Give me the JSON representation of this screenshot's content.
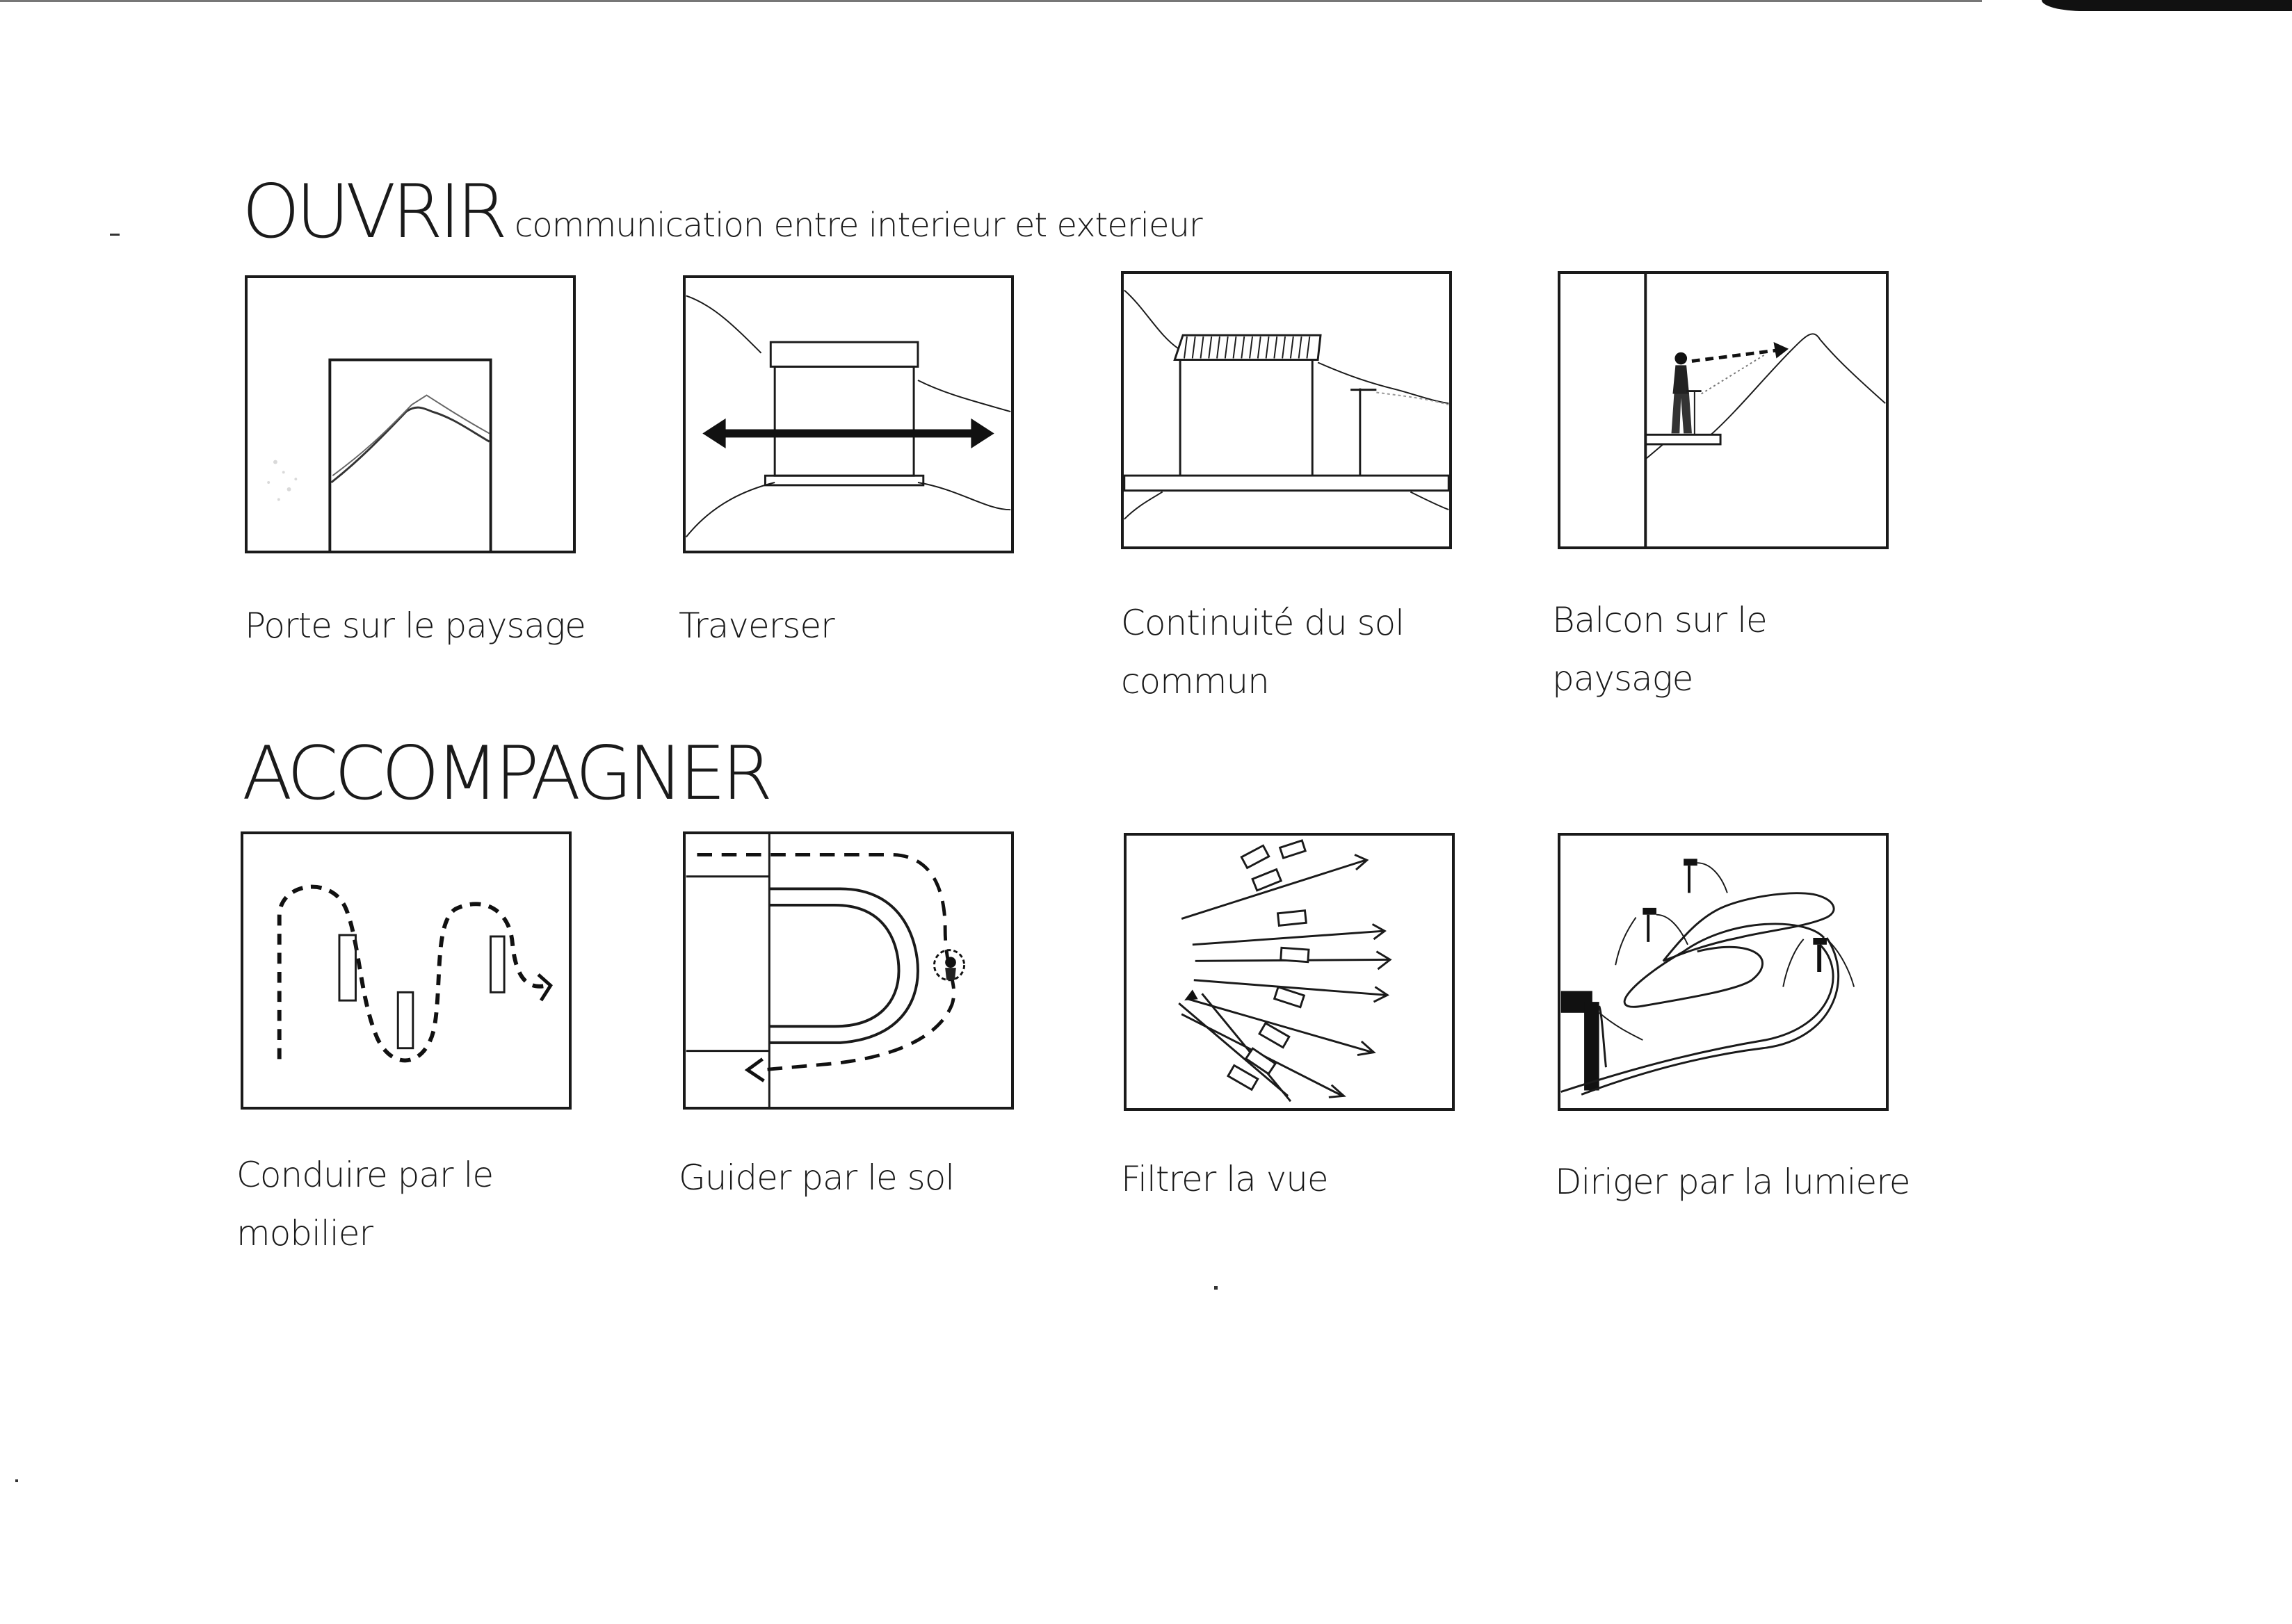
{
  "sections": [
    {
      "title": "OUVRIR",
      "subtitle": "communication entre interieur et exterieur",
      "panels": [
        {
          "caption": "Porte sur le paysage",
          "icon": "door-landscape-icon"
        },
        {
          "caption": "Traverser",
          "icon": "crossing-house-icon"
        },
        {
          "caption": "Continuité du sol commun",
          "icon": "ground-continuity-icon"
        },
        {
          "caption": "Balcon sur le paysage",
          "icon": "balcony-landscape-icon"
        }
      ]
    },
    {
      "title": "ACCOMPAGNER",
      "subtitle": "",
      "panels": [
        {
          "caption": "Conduire par le mobilier",
          "icon": "furniture-path-icon"
        },
        {
          "caption": "Guider par le sol",
          "icon": "floor-guide-icon"
        },
        {
          "caption": "Filtrer la vue",
          "icon": "filtered-view-icon"
        },
        {
          "caption": "Diriger par la lumiere",
          "icon": "light-path-icon"
        }
      ]
    }
  ]
}
